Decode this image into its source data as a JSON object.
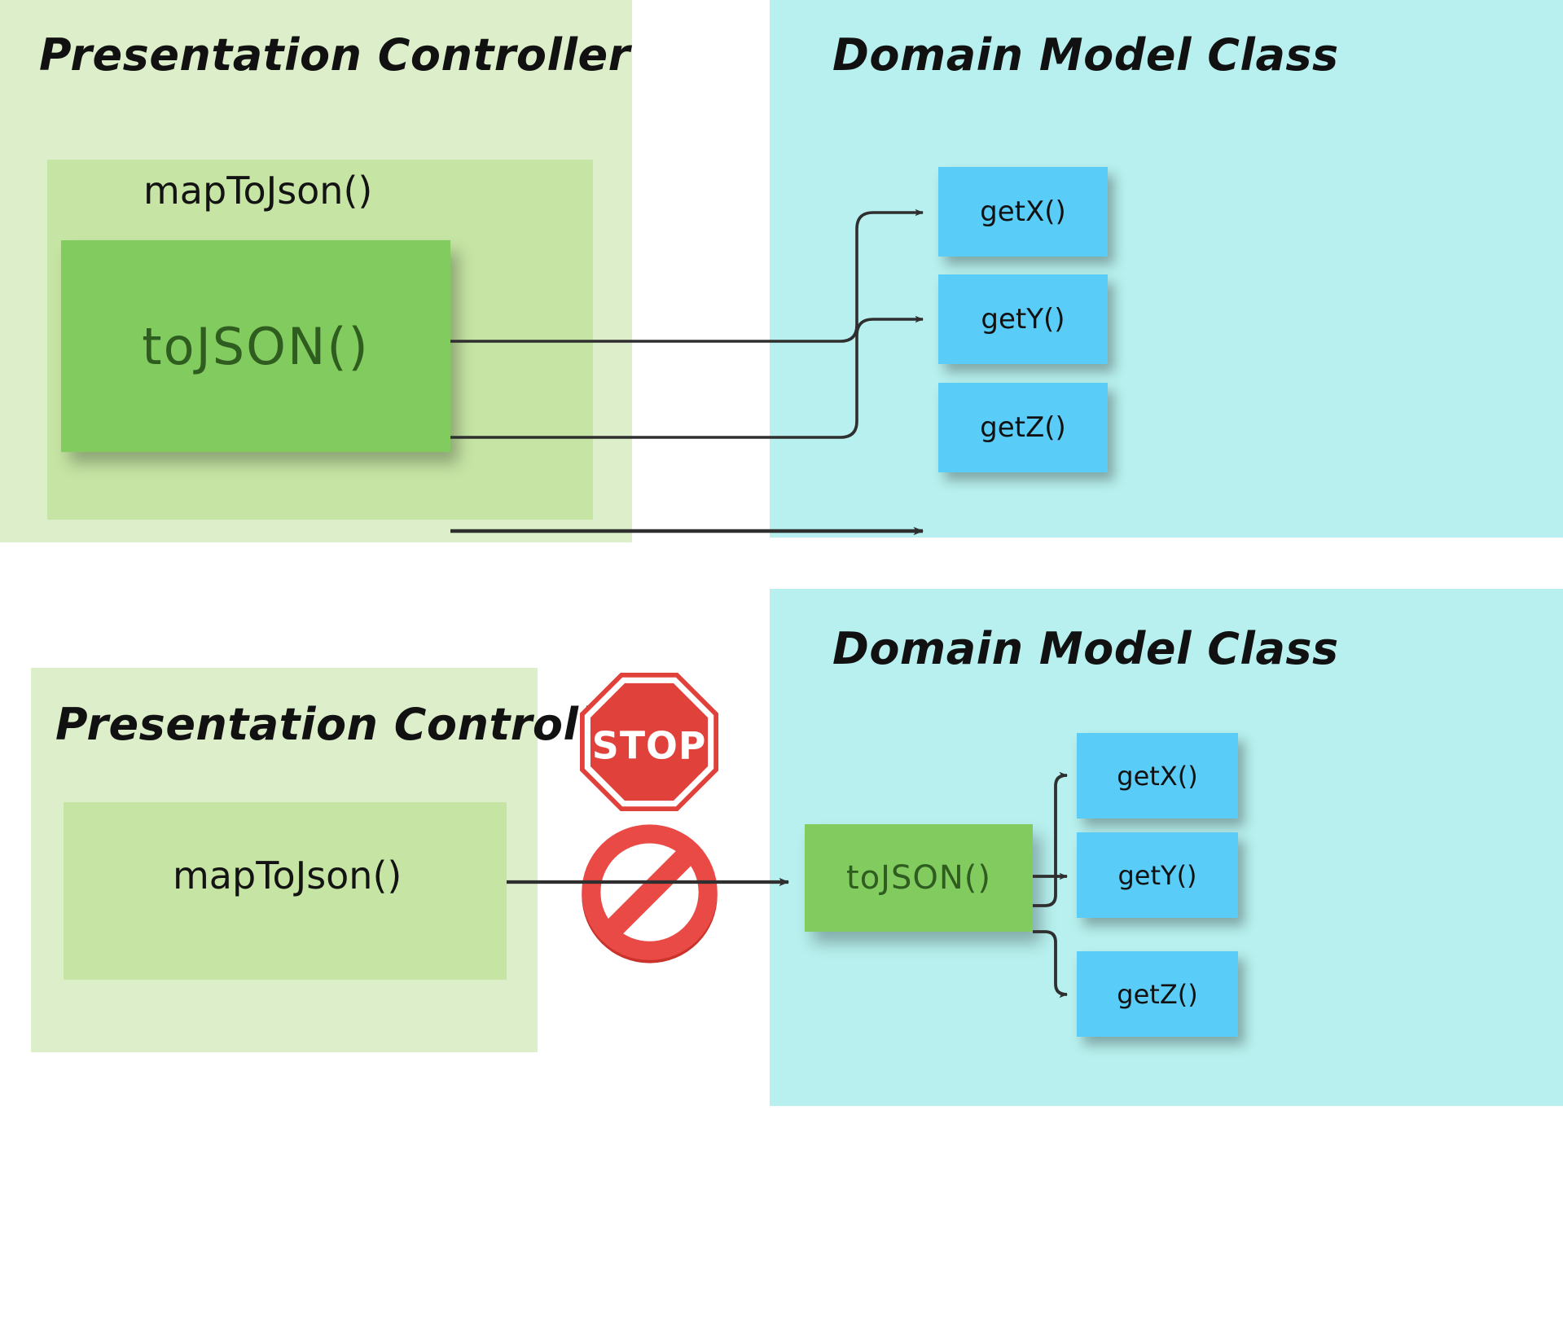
{
  "meta": {
    "colors": {
      "green_panel_outer": "#dcefca",
      "green_panel_inner": "#c6e5a4",
      "green_card": "#82cb5f",
      "green_card_text": "#2f5d20",
      "cyan_panel": "#b7f0ee",
      "sticky_blue": "#59ccf7",
      "sign_red": "#e0413a",
      "connector": "#2f2f2f",
      "text": "#111111",
      "background": "#ffffff"
    }
  },
  "top_section": {
    "left_panel": {
      "title": "Presentation Controller",
      "inner_label": "mapToJson()",
      "card_label": "toJSON()"
    },
    "right_panel": {
      "title": "Domain Model Class",
      "notes": [
        {
          "label": "getX()"
        },
        {
          "label": "getY()"
        },
        {
          "label": "getZ()"
        }
      ]
    }
  },
  "bottom_section": {
    "left_panel": {
      "title": "Presentation Controller",
      "inner_label": "mapToJson()"
    },
    "signs": [
      {
        "name": "stop-sign",
        "text": "STOP"
      },
      {
        "name": "prohibition-sign",
        "text": ""
      }
    ],
    "right_panel": {
      "title": "Domain Model Class",
      "card_label": "toJSON()",
      "notes": [
        {
          "label": "getX()"
        },
        {
          "label": "getY()"
        },
        {
          "label": "getZ()"
        }
      ]
    }
  }
}
